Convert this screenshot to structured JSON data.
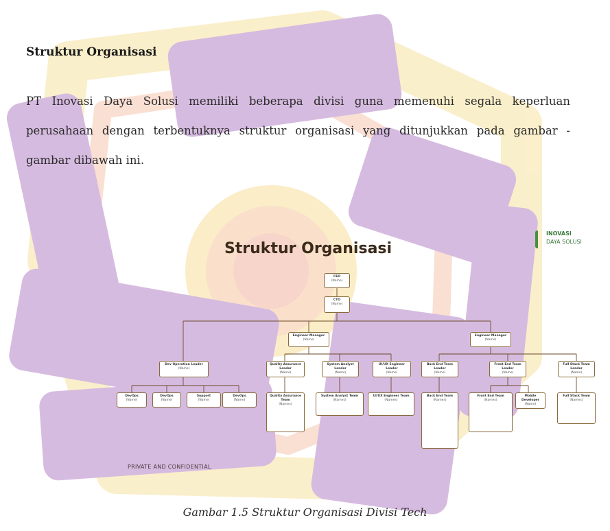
{
  "section": {
    "heading": "Struktur Organisasi",
    "paragraph": "PT Inovasi Daya Solusi memiliki beberapa divisi guna memenuhi segala keperluan perusahaan dengan terbentuknya struktur organisasi yang ditunjukkan pada gambar - gambar dibawah ini."
  },
  "figure": {
    "title": "Struktur Organisasi",
    "logo_name": "INOVASI",
    "logo_tagline": "DAYA SOLUSI",
    "footer": "PRIVATE AND CONFIDENTIAL",
    "caption": "Gambar 1.5 Struktur Organisasi Divisi Tech"
  },
  "colors": {
    "watermark_purple": "#c9a6d6",
    "watermark_yellow": "#f8e4a8",
    "watermark_salmon": "#f6c0a8",
    "org_border": "#8a6a3a"
  },
  "org": {
    "nodes": [
      {
        "id": "ceo",
        "title": "CEO",
        "sub": "(Name)"
      },
      {
        "id": "cto",
        "title": "CTO",
        "sub": "(Name)"
      },
      {
        "id": "em1",
        "title": "Engineer Manager",
        "sub": "(Name)"
      },
      {
        "id": "em2",
        "title": "Engineer Manager",
        "sub": "(Name)"
      },
      {
        "id": "devops",
        "title": "Dev Operation Leader",
        "sub": "(Name)"
      },
      {
        "id": "qa_lead",
        "title": "Quality Assurance Leader",
        "sub": "(Name)"
      },
      {
        "id": "sa_lead",
        "title": "System Analyst Leader",
        "sub": "(Name)"
      },
      {
        "id": "ui_lead",
        "title": "UI/UX Engineer Leader",
        "sub": "(Name)"
      },
      {
        "id": "be_lead",
        "title": "Back End Team Leader",
        "sub": "(Name)"
      },
      {
        "id": "fe_lead",
        "title": "Front End Team Leader",
        "sub": "(Name)"
      },
      {
        "id": "fs_lead",
        "title": "Full Stack Team Leader",
        "sub": "(Name)"
      },
      {
        "id": "dev1",
        "title": "DevOps",
        "sub": "(Name)"
      },
      {
        "id": "dev2",
        "title": "DevOps",
        "sub": "(Name)"
      },
      {
        "id": "dev3",
        "title": "Support",
        "sub": "(Name)"
      },
      {
        "id": "dev4",
        "title": "DevOps",
        "sub": "(Name)"
      },
      {
        "id": "qa_team",
        "title": "Quality Assurance Team",
        "sub": "(Names)"
      },
      {
        "id": "sa_team",
        "title": "System Analyst Team",
        "sub": "(Names)"
      },
      {
        "id": "ui_team",
        "title": "UI/UX Engineer Team",
        "sub": "(Names)"
      },
      {
        "id": "be_team",
        "title": "Back End Team",
        "sub": "(Names)"
      },
      {
        "id": "fe_team",
        "title": "Front End Team",
        "sub": "(Names)"
      },
      {
        "id": "mobile",
        "title": "Mobile Developer",
        "sub": "(Name)"
      },
      {
        "id": "fs_team",
        "title": "Full Stack Team",
        "sub": "(Names)"
      }
    ]
  }
}
